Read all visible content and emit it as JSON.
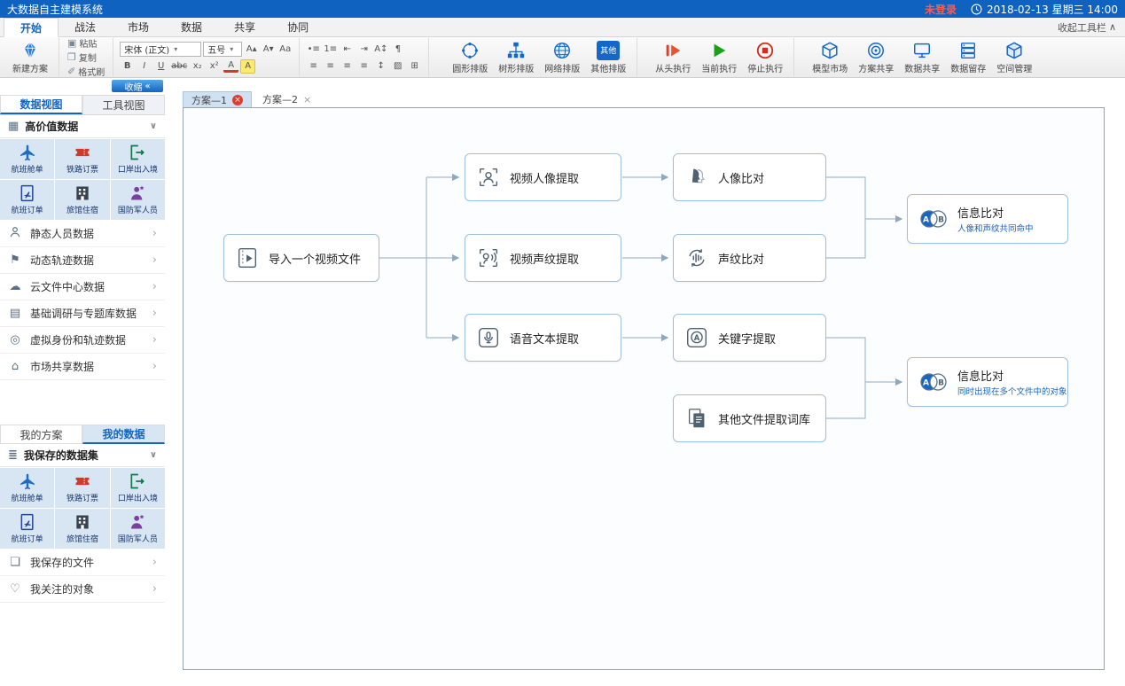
{
  "titlebar": {
    "title": "大数据自主建模系统",
    "login_status": "未登录",
    "datetime": "2018-02-13 星期三 14:00"
  },
  "glyphs": {
    "chevron_right": "›",
    "chevron_down": "∨",
    "collapse_left": "«",
    "collapse_up": "∧",
    "dropdown": "▾",
    "close": "×"
  },
  "ribbon": {
    "tabs": [
      "开始",
      "战法",
      "市场",
      "数据",
      "共享",
      "协同"
    ],
    "collapse_toolbar": "收起工具栏",
    "new_plan": "新建方案",
    "clipboard": {
      "paste": "粘贴",
      "copy": "复制",
      "format_painter": "格式刷"
    },
    "font": {
      "family": "宋体 (正文)",
      "size": "五号"
    },
    "font_tools": [
      "A▴",
      "A▾",
      "Aa"
    ],
    "font_buttons": [
      "B",
      "I",
      "U",
      "abc",
      "x₂",
      "x²",
      "A",
      "A"
    ],
    "para_buttons_row1": [
      "•≡",
      "1≡",
      "⇤",
      "⇥",
      "A↕",
      "¶"
    ],
    "para_buttons_row2": [
      "≡",
      "≡",
      "≡",
      "≡",
      "↕",
      "▨",
      "⊞"
    ],
    "layout_buttons": [
      "圆形排版",
      "树形排版",
      "网络排版",
      "其他排版"
    ],
    "other_badge": "其他",
    "exec_buttons": [
      "从头执行",
      "当前执行",
      "停止执行"
    ],
    "share_buttons": [
      "模型市场",
      "方案共享",
      "数据共享",
      "数据留存",
      "空间管理"
    ]
  },
  "sidebar": {
    "collapse_button": "收缩",
    "view_tabs": [
      "数据视图",
      "工具视图"
    ],
    "high_value_header": "高价值数据",
    "datasets": [
      "航班舱单",
      "铁路订票",
      "口岸出入境",
      "航班订单",
      "旅馆住宿",
      "国防军人员"
    ],
    "categories": [
      "静态人员数据",
      "动态轨迹数据",
      "云文件中心数据",
      "基础调研与专题库数据",
      "虚拟身份和轨迹数据",
      "市场共享数据"
    ],
    "my_tabs": [
      "我的方案",
      "我的数据"
    ],
    "saved_header": "我保存的数据集",
    "saved_files": "我保存的文件",
    "followed_objects": "我关注的对象"
  },
  "workspace": {
    "plan_tabs": [
      "方案—1",
      "方案—2"
    ]
  },
  "flow": {
    "venn": {
      "a": "A",
      "b": "B"
    },
    "keyword_letter": "A",
    "nodes": [
      {
        "label": "导入一个视频文件"
      },
      {
        "label": "视频人像提取"
      },
      {
        "label": "视频声纹提取"
      },
      {
        "label": "语音文本提取"
      },
      {
        "label": "人像比对"
      },
      {
        "label": "声纹比对"
      },
      {
        "label": "关键字提取"
      },
      {
        "label": "其他文件提取词库"
      },
      {
        "label": "信息比对",
        "subtitle": "人像和声纹共同命中"
      },
      {
        "label": "信息比对",
        "subtitle": "同时出现在多个文件中的对象"
      }
    ]
  }
}
